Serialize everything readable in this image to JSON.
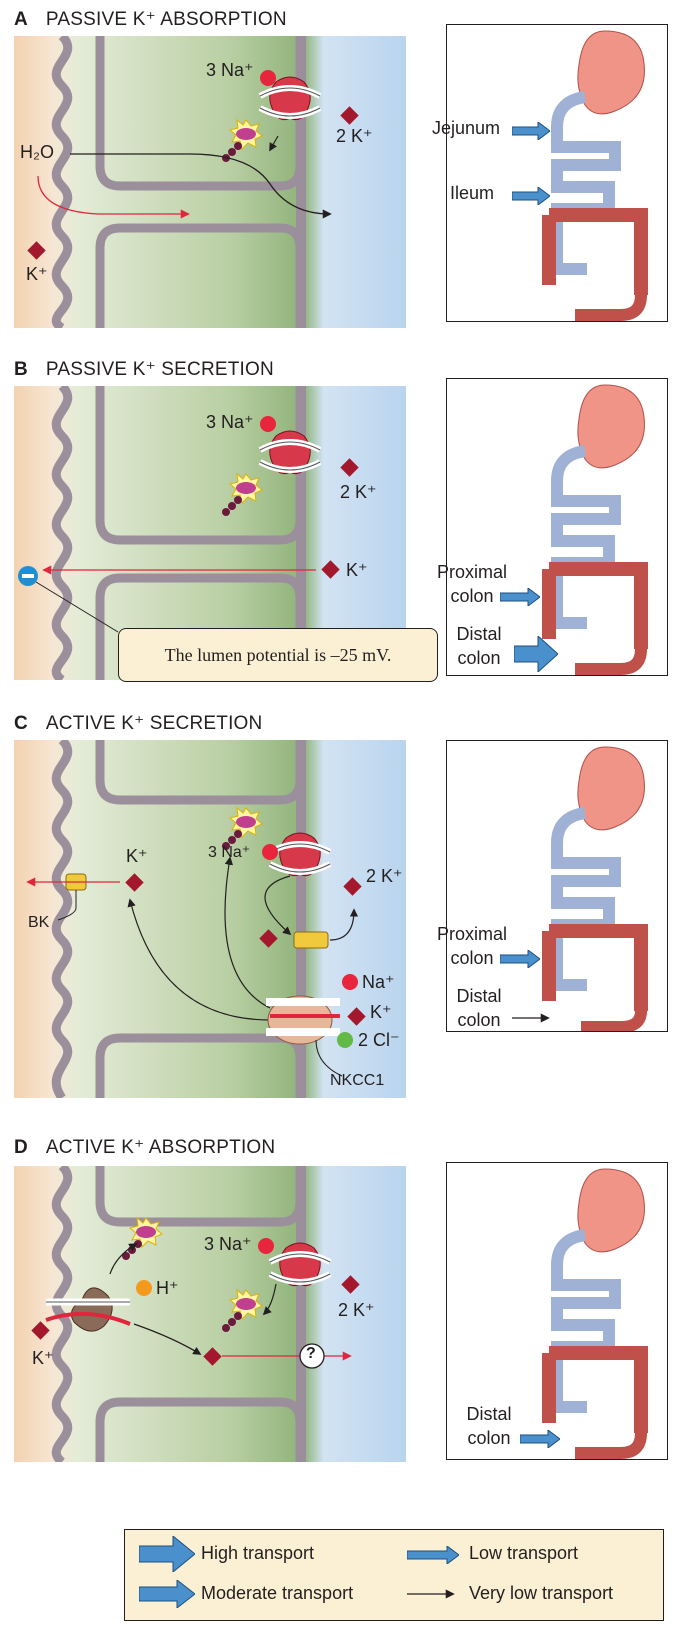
{
  "panels": [
    {
      "letter": "A",
      "title": "PASSIVE K⁺ ABSORPTION"
    },
    {
      "letter": "B",
      "title": "PASSIVE K⁺ SECRETION"
    },
    {
      "letter": "C",
      "title": "ACTIVE K⁺ SECRETION"
    },
    {
      "letter": "D",
      "title": "ACTIVE K⁺ ABSORPTION"
    }
  ],
  "labels": {
    "na3": "3 Na⁺",
    "k2": "2 K⁺",
    "k": "K⁺",
    "h2o": "H₂O",
    "atp": "ATP",
    "na": "Na⁺",
    "cl2": "2 Cl⁻",
    "bk": "BK",
    "nkcc1": "NKCC1",
    "h": "H⁺",
    "question": "?"
  },
  "organ_labels": {
    "jejunum": "Jejunum",
    "ileum": "Ileum",
    "proximal_colon": "Proximal colon",
    "distal_colon": "Distal colon",
    "proximal": "Proximal",
    "colon": "colon",
    "distal": "Distal"
  },
  "callout": "The lumen potential is –25 mV.",
  "legend": {
    "high": "High transport",
    "moderate": "Moderate transport",
    "low": "Low transport",
    "very_low": "Very low transport"
  },
  "colors": {
    "blood": "#f6dcc0",
    "cytoplasm": "#8fb47a",
    "lumen": "#c9def2",
    "membrane": "#9b8f9c",
    "potassium": "#a3182c",
    "sodium": "#e8253c",
    "arrow_red": "#e0263c",
    "blue_arrow": "#4a90cc"
  }
}
